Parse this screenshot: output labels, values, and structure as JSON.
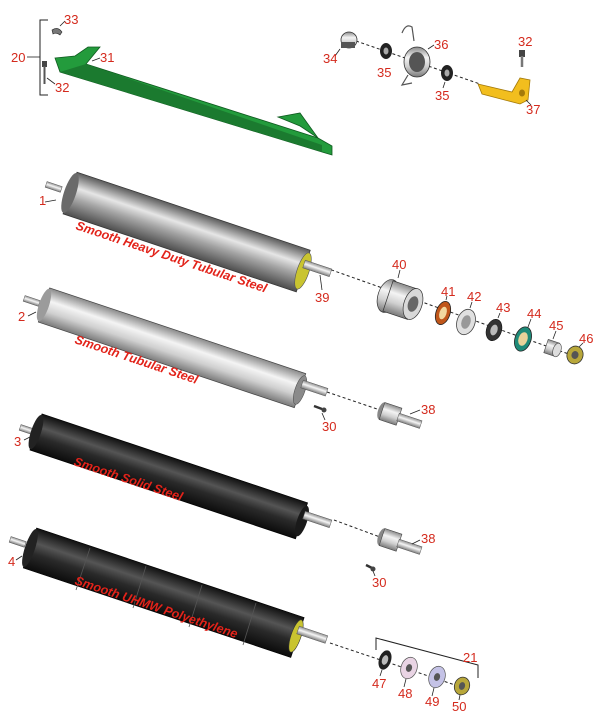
{
  "callouts": {
    "c20": "20",
    "c33": "33",
    "c31": "31",
    "c32a": "32",
    "c34": "34",
    "c35a": "35",
    "c36": "36",
    "c35b": "35",
    "c32b": "32",
    "c37": "37",
    "c1": "1",
    "c39": "39",
    "c40": "40",
    "c41": "41",
    "c42": "42",
    "c43": "43",
    "c44": "44",
    "c45": "45",
    "c46": "46",
    "c2": "2",
    "c30a": "30",
    "c38a": "38",
    "c3": "3",
    "c38b": "38",
    "c30b": "30",
    "c4": "4",
    "c21": "21",
    "c47": "47",
    "c48": "48",
    "c49": "49",
    "c50": "50"
  },
  "rollers": {
    "r1": "Smooth Heavy Duty Tubular Steel",
    "r2": "Smooth Tubular Steel",
    "r3": "Smooth Solid Steel",
    "r4": "Smooth UHMW Polyethylene"
  },
  "colors": {
    "label_red": "#d42a1d",
    "scraper_green": "#239b3c",
    "bracket_yellow": "#f2be1e",
    "roller_gray": "#9a9a9a",
    "roller_black": "#2a2a2a"
  }
}
